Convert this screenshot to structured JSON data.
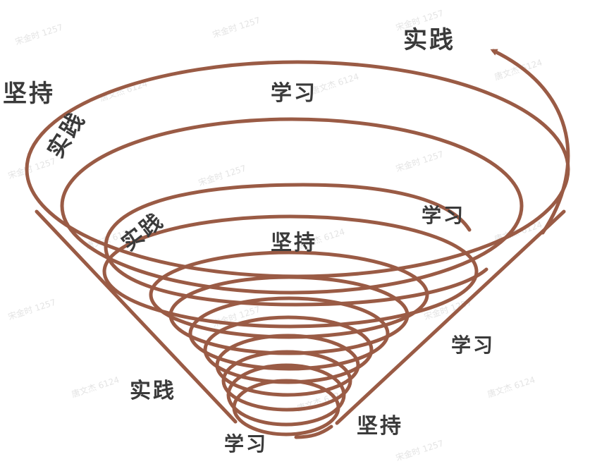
{
  "colors": {
    "spiral": "#9a5b45",
    "text": "#3a3a3a",
    "watermark": "#e4e4e4"
  },
  "labels": {
    "top_right_practice": "实践",
    "outer_left_persist": "坚持",
    "outer_top_study": "学习",
    "ring2_left_practice": "实践",
    "ring3_right_study": "学习",
    "ring3_left_practice": "实践",
    "ring4_top_persist": "坚持",
    "lower_right_study": "学习",
    "lower_left_practice": "实践",
    "bottom_right_persist": "坚持",
    "bottom_study": "学习"
  },
  "watermarks": {
    "a": "宋金时 1257",
    "b": "唐文杰 6124"
  }
}
